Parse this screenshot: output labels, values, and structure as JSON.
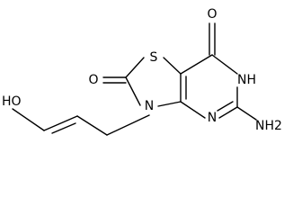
{
  "molecule": {
    "atoms": {
      "s1": "S",
      "o_thiazolone": "O",
      "n3": "N",
      "n4": "N",
      "nh6": "NH",
      "o7": "O",
      "nh2": "NH2",
      "ho": "HO"
    }
  }
}
